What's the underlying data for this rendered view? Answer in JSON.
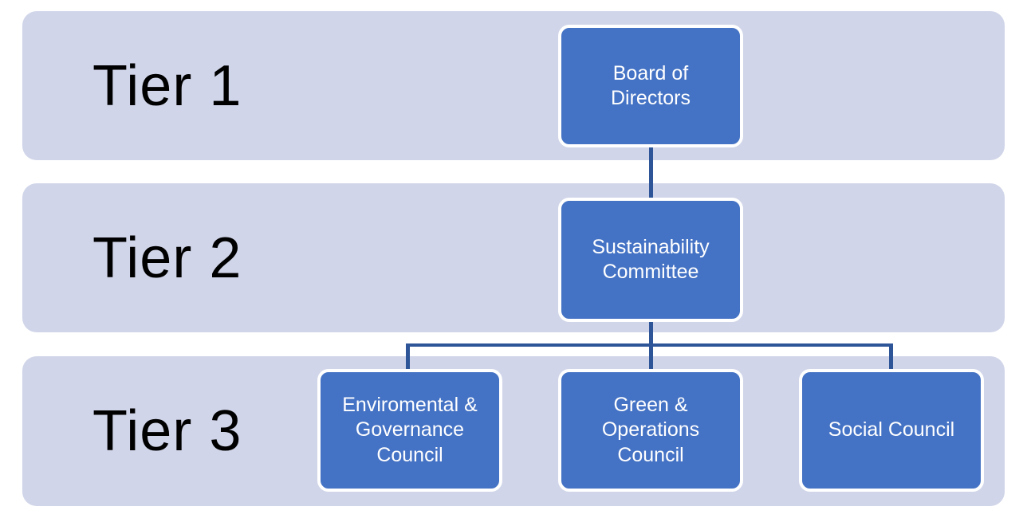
{
  "tiers": [
    {
      "label": "Tier 1"
    },
    {
      "label": "Tier 2"
    },
    {
      "label": "Tier 3"
    }
  ],
  "nodes": {
    "board": {
      "label": "Board of Directors"
    },
    "sustainability": {
      "label": "Sustainability Committee"
    },
    "env_governance": {
      "label": "Enviromental & Governance Council"
    },
    "green_operations": {
      "label": "Green & Operations Council"
    },
    "social": {
      "label": "Social Council"
    }
  },
  "colors": {
    "band_fill": "#D0D5E9",
    "node_fill": "#4472C4",
    "node_border": "#FFFFFF",
    "node_text": "#FFFFFF",
    "connector": "#2E5597",
    "tier_label_text": "#000000",
    "background": "#FFFFFF"
  }
}
